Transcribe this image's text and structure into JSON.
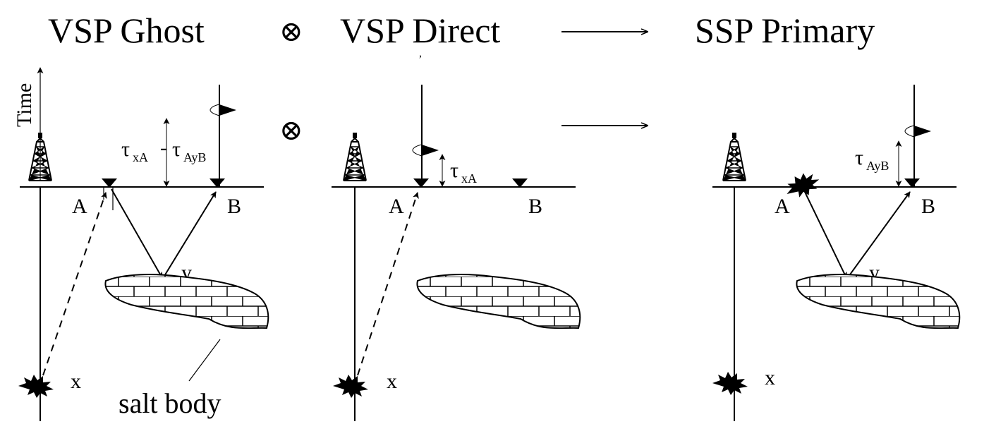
{
  "titles": {
    "ghost": "VSP Ghost",
    "direct": "VSP Direct",
    "primary": "SSP  Primary"
  },
  "operators": {
    "correlate": "⊗",
    "yields": "→"
  },
  "axis_label": "Time",
  "labels": {
    "A": "A",
    "B": "B",
    "x": "x",
    "y": "y",
    "tau": "τ",
    "sub_xA": "xA",
    "sub_AyB": "AyB",
    "salt_body": "salt body",
    "separator": "-"
  },
  "stray_mark": ","
}
